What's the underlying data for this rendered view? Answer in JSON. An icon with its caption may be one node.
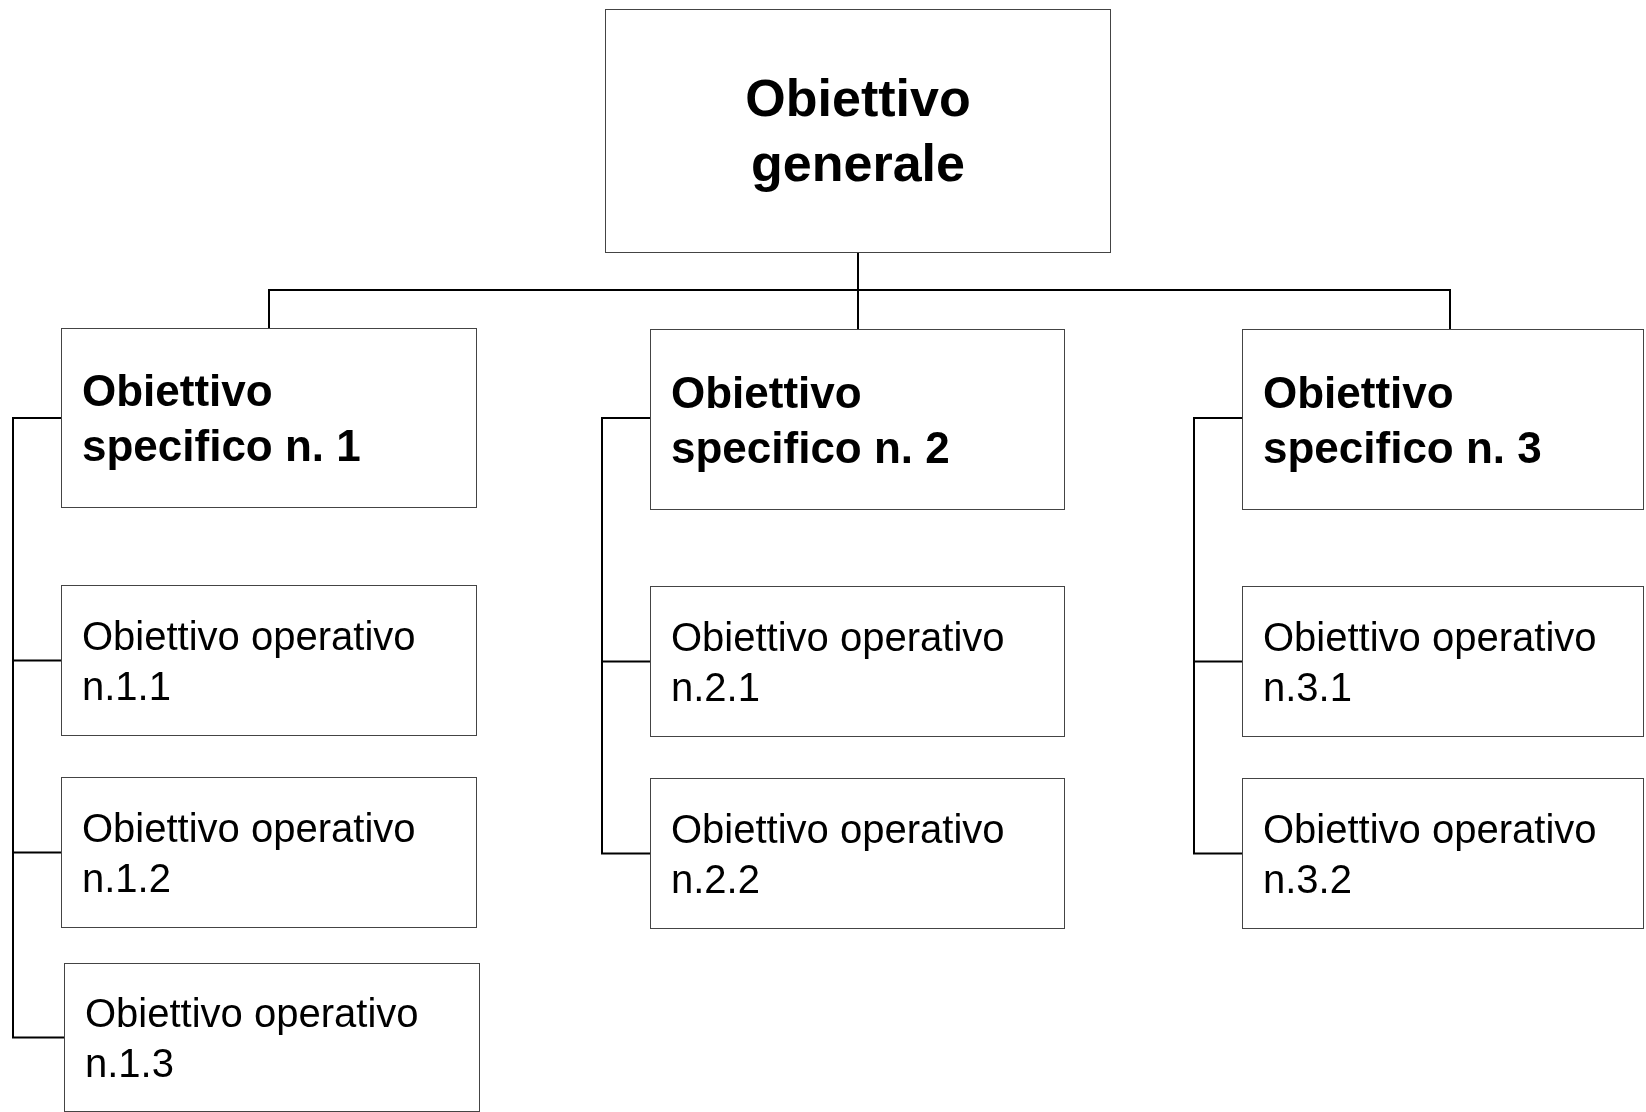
{
  "diagram": {
    "nodes": [
      {
        "text": [
          "Obiettivo generale"
        ]
      },
      {
        "text": [
          "Obiettivo specifico n. 1"
        ]
      },
      {
        "text": [
          "Obiettivo specifico n. 2"
        ]
      },
      {
        "text": [
          "Obiettivo specifico n. 3"
        ]
      },
      {
        "text": [
          "Obiettivo operativo n.1.1"
        ]
      },
      {
        "text": [
          "Obiettivo operativo n.1.2"
        ]
      },
      {
        "text": [
          "Obiettivo operativo n.1.3"
        ]
      },
      {
        "text": [
          "Obiettivo operativo n.2.1"
        ]
      },
      {
        "text": [
          "Obiettivo operativo n.2.2"
        ]
      },
      {
        "text": [
          "Obiettivo operativo n.3.1"
        ]
      },
      {
        "text": [
          "Obiettivo operativo n.3.2"
        ]
      }
    ],
    "edges": [
      {
        "from": 0,
        "to": 1,
        "arrow": "none"
      },
      {
        "from": 0,
        "to": 2,
        "arrow": "none"
      },
      {
        "from": 0,
        "to": 3,
        "arrow": "none"
      },
      {
        "from": 1,
        "to": 4,
        "arrow": "none"
      },
      {
        "from": 1,
        "to": 5,
        "arrow": "none"
      },
      {
        "from": 1,
        "to": 6,
        "arrow": "none"
      },
      {
        "from": 2,
        "to": 7,
        "arrow": "none"
      },
      {
        "from": 2,
        "to": 8,
        "arrow": "none"
      },
      {
        "from": 3,
        "to": 9,
        "arrow": "none"
      },
      {
        "from": 3,
        "to": 10,
        "arrow": "none"
      }
    ]
  }
}
